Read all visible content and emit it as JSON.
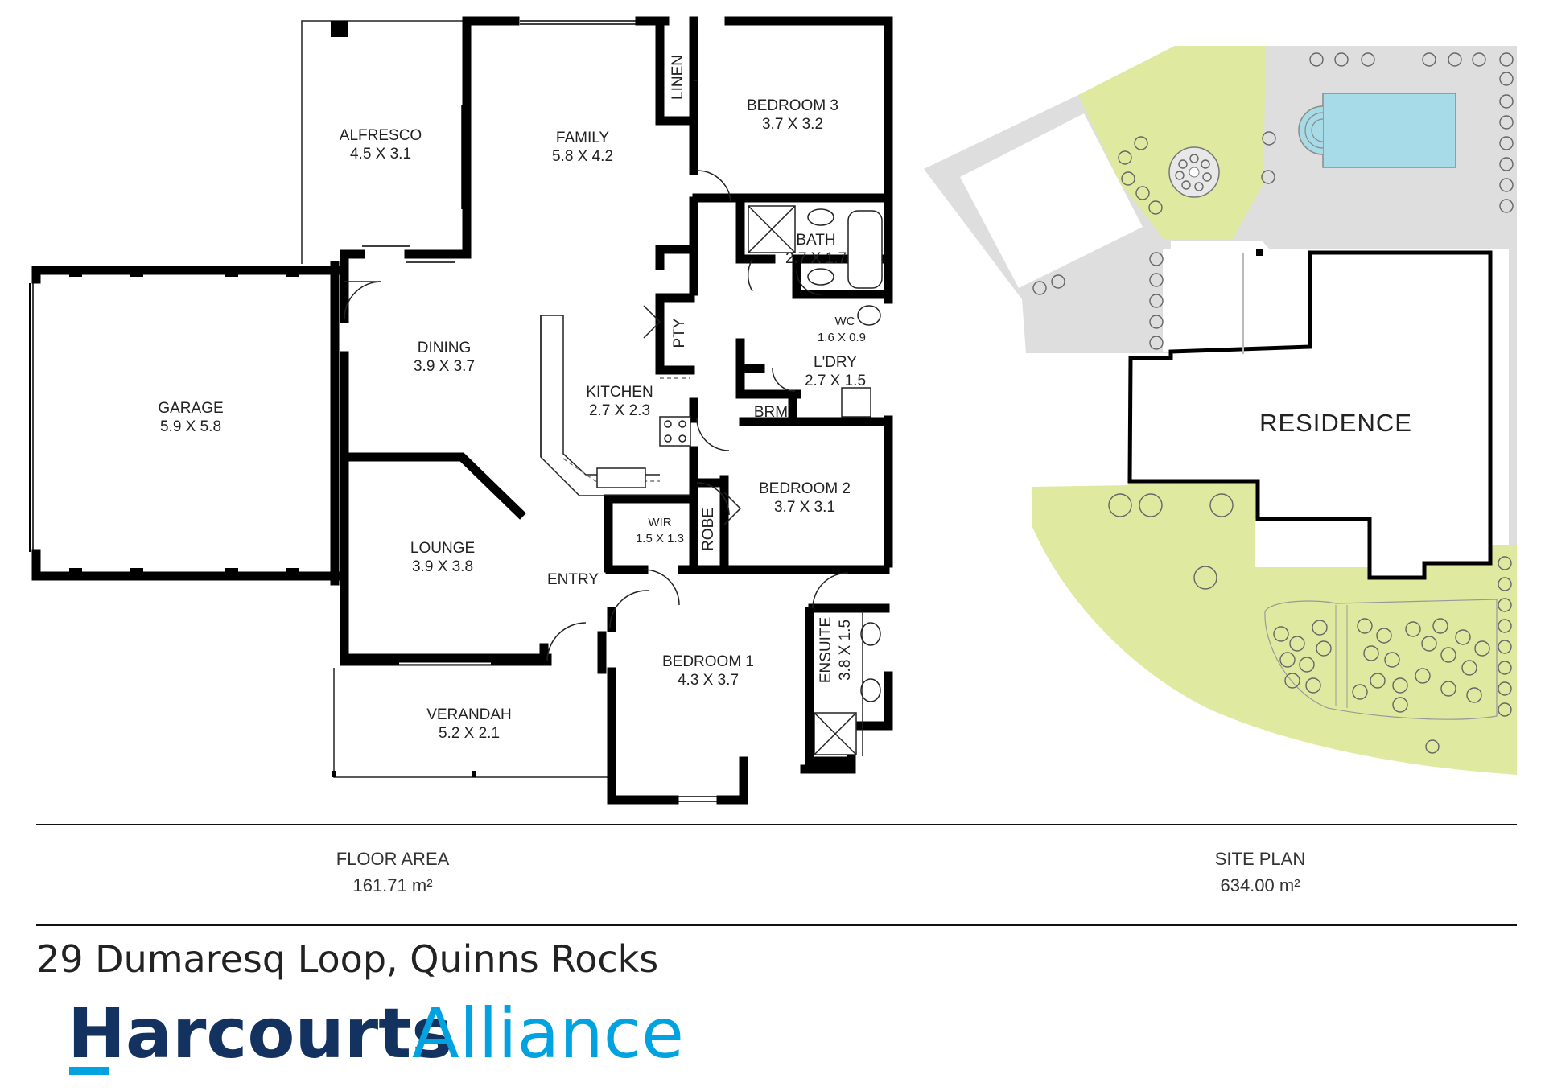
{
  "rooms": {
    "alfresco": {
      "name": "ALFRESCO",
      "dims": "4.5 X 3.1"
    },
    "family": {
      "name": "FAMILY",
      "dims": "5.8 X 4.2"
    },
    "bedroom3": {
      "name": "BEDROOM 3",
      "dims": "3.7 X 3.2"
    },
    "linen": {
      "name": "LINEN"
    },
    "bath": {
      "name": "BATH",
      "dims": "2.7 X 1.7"
    },
    "wc": {
      "name": "WC",
      "dims": "1.6 X 0.9"
    },
    "laundry": {
      "name": "L'DRY",
      "dims": "2.7 X 1.5"
    },
    "brm": {
      "name": "BRM"
    },
    "pty": {
      "name": "PTY"
    },
    "kitchen": {
      "name": "KITCHEN",
      "dims": "2.7 X 2.3"
    },
    "dining": {
      "name": "DINING",
      "dims": "3.9 X 3.7"
    },
    "garage": {
      "name": "GARAGE",
      "dims": "5.9 X 5.8"
    },
    "bedroom2": {
      "name": "BEDROOM 2",
      "dims": "3.7 X 3.1"
    },
    "robe": {
      "name": "ROBE"
    },
    "wir": {
      "name": "WIR",
      "dims": "1.5 X 1.3"
    },
    "lounge": {
      "name": "LOUNGE",
      "dims": "3.9 X 3.8"
    },
    "entry": {
      "name": "ENTRY"
    },
    "ensuite": {
      "name": "ENSUITE",
      "dims": "3.8 X 1.5"
    },
    "bedroom1": {
      "name": "BEDROOM 1",
      "dims": "4.3 X 3.7"
    },
    "verandah": {
      "name": "VERANDAH",
      "dims": "5.2 X 2.1"
    }
  },
  "site": {
    "residence_label": "RESIDENCE"
  },
  "captions": {
    "floor_area_label": "FLOOR AREA",
    "floor_area_value": "161.71 m²",
    "site_plan_label": "SITE PLAN",
    "site_plan_value": "634.00 m²"
  },
  "address": "29 Dumaresq Loop, Quinns Rocks",
  "brand": {
    "name_bold": "Harcourts",
    "name_light": "Alliance"
  },
  "colors": {
    "wall": "#000000",
    "lawn": "#dfeaa0",
    "paving": "#dedede",
    "pool_water": "#a8dbe8",
    "brand_navy": "#14325f",
    "brand_blue": "#00a3e0"
  }
}
